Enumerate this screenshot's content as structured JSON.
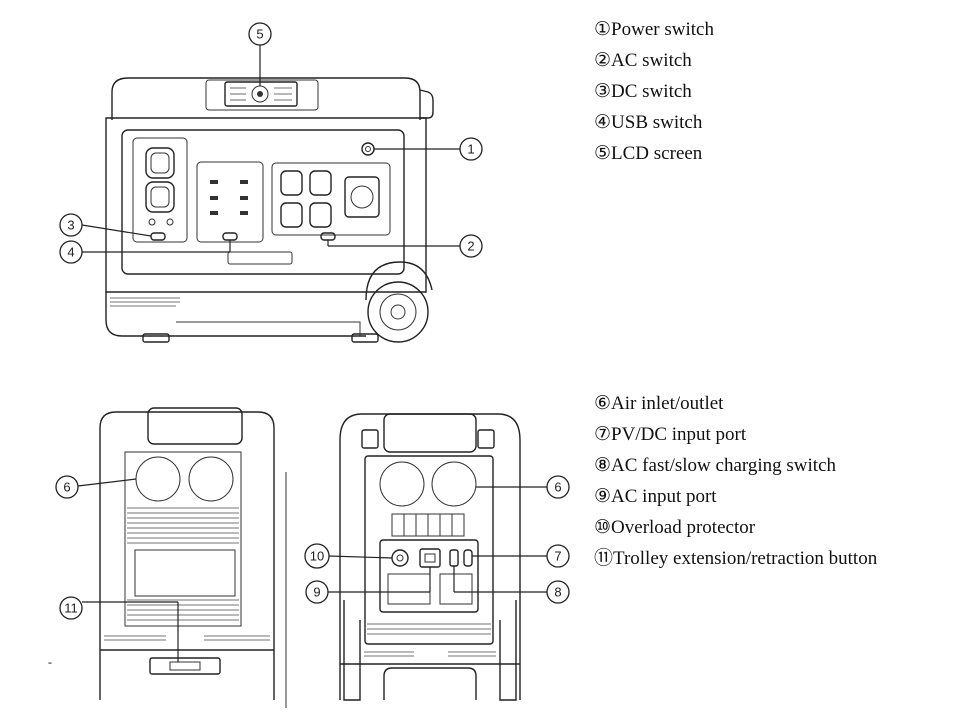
{
  "legend_top": [
    {
      "id": "legend-1",
      "text": "①Power switch"
    },
    {
      "id": "legend-2",
      "text": "②AC switch"
    },
    {
      "id": "legend-3",
      "text": "③DC switch"
    },
    {
      "id": "legend-4",
      "text": "④USB switch"
    },
    {
      "id": "legend-5",
      "text": "⑤LCD screen"
    }
  ],
  "legend_bottom": [
    {
      "id": "legend-6",
      "text": "⑥Air inlet/outlet"
    },
    {
      "id": "legend-7",
      "text": "⑦PV/DC input port"
    },
    {
      "id": "legend-8",
      "text": "⑧AC fast/slow charging switch"
    },
    {
      "id": "legend-9",
      "text": "⑨AC input port"
    },
    {
      "id": "legend-10",
      "text": "⑩Overload protector"
    },
    {
      "id": "legend-11",
      "text": "⑪Trolley extension/retraction button"
    }
  ],
  "callouts": {
    "c1": "1",
    "c2": "2",
    "c3": "3",
    "c4": "4",
    "c5": "5",
    "c6a": "6",
    "c6b": "6",
    "c7": "7",
    "c8": "8",
    "c9": "9",
    "c10": "10",
    "c11": "11"
  },
  "marks": {
    "stray_dash": "-"
  }
}
